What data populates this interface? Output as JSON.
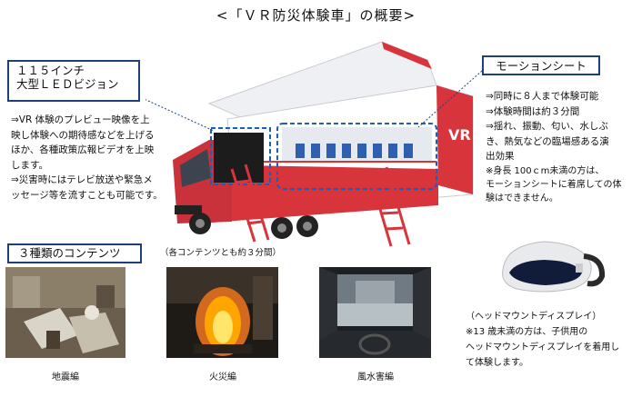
{
  "title": "<「ＶＲ防災体験車」の概要>",
  "led_box": {
    "line1": "１１５インチ",
    "line2": "大型ＬＥＤビジョン"
  },
  "led_desc": [
    "⇒VR 体験のプレビュー映像を上",
    "映し体験への期待感などを上げる",
    "ほか、各種政策広報ビデオを上映",
    "します。",
    "⇒災害時にはテレビ放送や緊急メ",
    "ッセージ等を流すことも可能です。"
  ],
  "motion_box": "モーションシート",
  "motion_desc": [
    "⇒同時に８人まで体験可能",
    "⇒体験時間は約３分間",
    "⇒揺れ、振動、匂い、水しぶ",
    "き、熱気などの臨場感ある演",
    "出効果"
  ],
  "motion_note": [
    "※身長 100ｃm未満の方は、",
    "モーションシートに着席しての体",
    "験はできません。"
  ],
  "contents": {
    "title": "３種類のコンテンツ",
    "note": "（各コンテンツとも約３分間）",
    "captions": [
      "地震編",
      "火災編",
      "風水害編"
    ]
  },
  "hmd_desc": [
    "（ヘッドマウントディスプレイ）",
    "※13 歳未満の方は、子供用の",
    "ヘッドマウントディスプレイを着用し",
    "て体験します。"
  ],
  "colors": {
    "box_border": "#1f3f7a",
    "truck_red": "#d8343c",
    "dashed_blue": "#1a5fb4"
  },
  "icons": {
    "pointer_lines": "dotted-leader"
  }
}
